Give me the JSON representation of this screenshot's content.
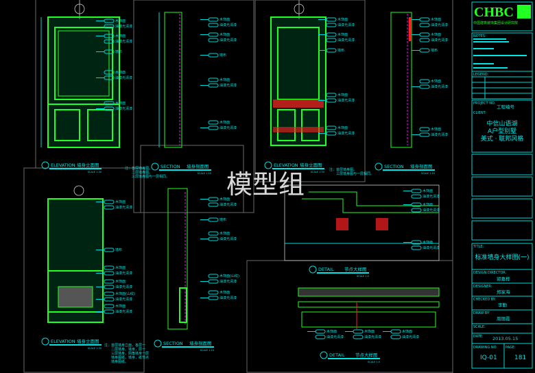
{
  "watermark": "模型组",
  "colors": {
    "background": "#000000",
    "lines": "#00e5e5",
    "panel": "#22ff22",
    "accent_red": "#ff2020",
    "magenta": "#ff00ff"
  },
  "drawings": [
    {
      "id": "a",
      "title_en": "ELEVATION",
      "title_cn": "墙身立面图",
      "scale": "SCALE 1:30",
      "callouts": [
        "木饰面",
        "油漆光清漆",
        "木饰面",
        "油漆光清漆",
        "墙布",
        "木饰面",
        "油漆光清漆",
        "木饰面",
        "油漆光清漆"
      ]
    },
    {
      "id": "b",
      "title_en": "SECTION",
      "title_cn": "墙身剖面图",
      "scale": "SCALE 1:10",
      "callouts": [
        "木饰面",
        "油漆光清漆",
        "木饰面",
        "油漆光清漆",
        "墙布",
        "木饰面",
        "油漆光清漆",
        "木饰面",
        "油漆光清漆"
      ]
    },
    {
      "id": "c",
      "title_en": "ELEVATION",
      "title_cn": "墙身立面图",
      "scale": "SCALE 1:30",
      "callouts": [
        "木饰面",
        "油漆光清漆",
        "木饰面",
        "油漆光清漆",
        "墙布",
        "木饰面",
        "油漆光清漆",
        "木饰面",
        "油漆光清漆"
      ]
    },
    {
      "id": "d",
      "title_en": "SECTION",
      "title_cn": "墙身剖面图",
      "scale": "SCALE 1:10",
      "callouts": [
        "木饰面",
        "油漆光清漆",
        "木饰面",
        "油漆光清漆",
        "墙布",
        "木饰面",
        "油漆光清漆",
        "木饰面",
        "油漆光清漆"
      ]
    },
    {
      "id": "e",
      "title_en": "ELEVATION",
      "title_cn": "墙身立面图",
      "scale": "SCALE 1:30",
      "callouts": [
        "木饰面",
        "油漆光清漆",
        "墙布",
        "木饰面",
        "油漆光清漆",
        "木饰面",
        "油漆光清漆",
        "木饰面(山纹)",
        "油漆光清漆",
        "木饰面",
        "油漆光清漆"
      ]
    },
    {
      "id": "f",
      "title_en": "SECTION",
      "title_cn": "墙身剖面图",
      "scale": "SCALE 1:10",
      "callouts": [
        "木饰面",
        "油漆光清漆",
        "墙布",
        "木饰面",
        "油漆光清漆",
        "木饰面(山纹)",
        "油漆光清漆",
        "木饰面",
        "油漆光清漆"
      ]
    },
    {
      "id": "g",
      "title_en": "DETAIL",
      "title_cn": "节点大样图",
      "scale": "SCALE 1:5",
      "callouts": [
        "木饰面",
        "油漆光清漆",
        "木饰面",
        "油漆光清漆",
        "木饰面",
        "油漆光清漆"
      ]
    },
    {
      "id": "h",
      "title_en": "DETAIL",
      "title_cn": "节点大样图",
      "scale": "SCALE 1:5",
      "callouts": [
        "木饰面",
        "油漆光清漆",
        "木饰面",
        "油漆光清漆",
        "木饰面",
        "油漆光清漆"
      ]
    }
  ],
  "notes": {
    "a": [
      "注：首层墙身图。",
      "二层墙身图。",
      "三层墙身图与一层相同。"
    ],
    "c": [
      "注：首层墙身图。",
      "三层墙身图与一层相同。"
    ],
    "e": [
      "注：首层墙身立面，各层一",
      "二层墙身、墙身，层一",
      "三层墙身，阴角墙身一层",
      "墙身图纸，墙身，纸节点",
      "墙身图纸。"
    ]
  },
  "title_block": {
    "logo": "CHBC",
    "company": "中国建筑装饰集团设计研究院",
    "notes_label": "NOTES:",
    "legend_label": "LEGEND:",
    "project_no_label": "PROJECT NO.",
    "project_no": "工程编号",
    "client_label": "CLIENT:",
    "client_lines": [
      "中信山语湖",
      "A户型别墅",
      "美式 · 联邦风格"
    ],
    "title_label": "TITLE:",
    "title": "标准墙身大样图(一)",
    "design_director_label": "DESIGN DIRECTOR:",
    "design_director": "郭嘉桦",
    "designer_label": "DESIGNER:",
    "designer": "郑家海",
    "checked_by_label": "CHECKED BY:",
    "checked_by": "李勤",
    "draw_by_label": "DRAW BY:",
    "draw_by": "周丽霞",
    "scale_label": "SCALE:",
    "date_label": "DATE:",
    "date": "2013.05.15",
    "drawing_no_label": "DRAWING NO.",
    "drawing_no": "IQ-01",
    "page_label": "PAGE:",
    "page": "181"
  }
}
